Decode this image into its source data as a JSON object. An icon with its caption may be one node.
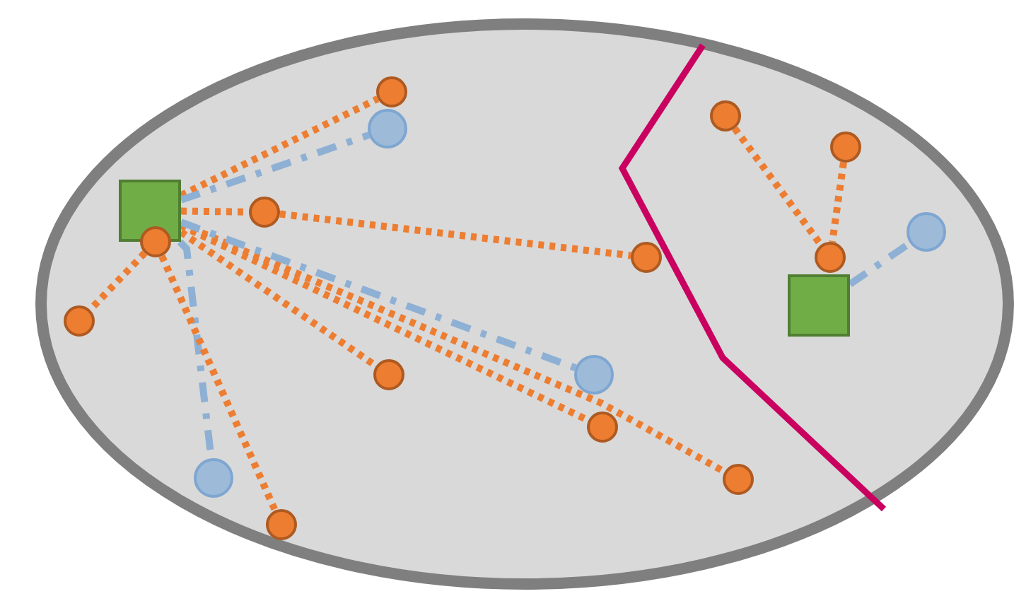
{
  "diagram": {
    "nodes": [
      {
        "text": [],
        "shape": "ellipse"
      },
      {
        "text": [],
        "shape": "circle",
        "in": 0
      },
      {
        "text": [],
        "shape": "circle",
        "in": 0
      },
      {
        "text": [],
        "shape": "circle",
        "in": 0
      },
      {
        "text": [],
        "shape": "circle",
        "in": 0
      },
      {
        "text": [],
        "shape": "box",
        "in": 0
      },
      {
        "text": [],
        "shape": "circle",
        "in": 0
      },
      {
        "text": [],
        "shape": "circle",
        "in": 0
      },
      {
        "text": [],
        "shape": "circle",
        "in": 0
      },
      {
        "text": [],
        "shape": "circle",
        "in": 0
      },
      {
        "text": [],
        "shape": "circle",
        "in": 0
      },
      {
        "text": [],
        "shape": "box",
        "in": 0
      },
      {
        "text": [],
        "shape": "circle",
        "in": 0
      },
      {
        "text": [],
        "shape": "circle",
        "in": 0
      },
      {
        "text": [],
        "shape": "circle",
        "in": 0
      },
      {
        "text": [],
        "shape": "circle",
        "in": 0
      },
      {
        "text": [],
        "shape": "circle",
        "in": 0
      },
      {
        "text": [],
        "shape": "circle",
        "in": 0
      },
      {
        "text": [],
        "shape": "circle",
        "in": 0
      }
    ],
    "edges": [
      {
        "from": 5,
        "to": 1,
        "arrow": "none"
      },
      {
        "from": 5,
        "to": 2,
        "arrow": "none",
        "style": "dashed",
        "color": "#8eb0d4"
      },
      {
        "from": 5,
        "to": 6,
        "arrow": "none"
      },
      {
        "from": 6,
        "to": 9,
        "arrow": "none"
      },
      {
        "from": 5,
        "to": 13,
        "arrow": "none"
      },
      {
        "from": 5,
        "to": 15,
        "arrow": "none"
      },
      {
        "from": 5,
        "to": 17,
        "arrow": "none"
      },
      {
        "from": 5,
        "to": 14,
        "arrow": "none",
        "style": "dashed",
        "color": "#8eb0d4"
      },
      {
        "from": 5,
        "to": 16,
        "arrow": "none",
        "style": "dashed",
        "color": "#8eb0d4"
      },
      {
        "from": 8,
        "to": 12,
        "arrow": "none"
      },
      {
        "from": 8,
        "to": 18,
        "arrow": "none"
      },
      {
        "from": 3,
        "to": 10,
        "arrow": "none"
      },
      {
        "from": 4,
        "to": 10,
        "arrow": "none"
      },
      {
        "from": 11,
        "to": 7,
        "arrow": "none",
        "style": "dashed",
        "color": "#8eb0d4"
      }
    ]
  }
}
